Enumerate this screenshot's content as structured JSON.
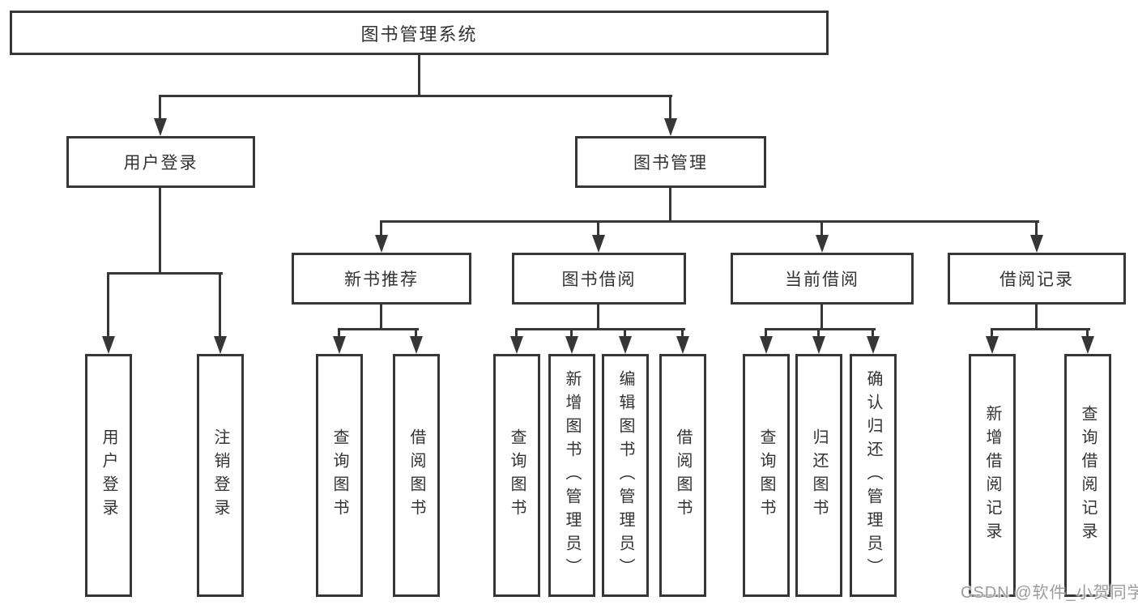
{
  "colors": {
    "line": "#363636",
    "text": "#333333",
    "bg": "#ffffff",
    "watermark": "#9c9c9c"
  },
  "tree": {
    "root": {
      "label": "图书管理系统"
    },
    "branches": [
      {
        "label": "用户登录",
        "children": [
          {
            "label": "用户登录"
          },
          {
            "label": "注销登录"
          }
        ]
      },
      {
        "label": "图书管理",
        "children": [
          {
            "label": "新书推荐",
            "children": [
              {
                "label": "查询图书"
              },
              {
                "label": "借阅图书"
              }
            ]
          },
          {
            "label": "图书借阅",
            "children": [
              {
                "label": "查询图书"
              },
              {
                "label": "新增图书（管理员）"
              },
              {
                "label": "编辑图书（管理员）"
              },
              {
                "label": "借阅图书"
              }
            ]
          },
          {
            "label": "当前借阅",
            "children": [
              {
                "label": "查询图书"
              },
              {
                "label": "归还图书"
              },
              {
                "label": "确认归还（管理员）"
              }
            ]
          },
          {
            "label": "借阅记录",
            "children": [
              {
                "label": "新增借阅记录"
              },
              {
                "label": "查询借阅记录"
              }
            ]
          }
        ]
      }
    ]
  },
  "watermark": {
    "text": "CSDN @软件_小贺同学"
  }
}
